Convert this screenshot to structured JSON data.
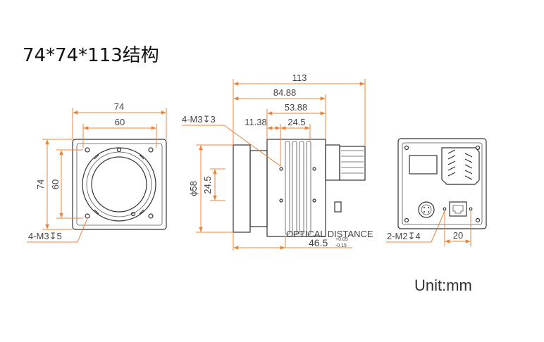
{
  "title": "74*74*113结构",
  "unit": "Unit:mm",
  "front": {
    "width_outer": "74",
    "width_inner": "60",
    "height_outer": "74",
    "height_inner": "60",
    "holes": "4-M3↧5"
  },
  "side": {
    "len_total": "113",
    "len_a": "84.88",
    "len_b": "53.88",
    "len_c": "11.38",
    "len_d": "24.5",
    "holes": "4-M3↧3",
    "dia": "ϕ58",
    "h_inner": "24.5",
    "optical_label": "OPTICAL DISTANCE",
    "optical_value": "46.5",
    "tol_plus": "+0.05",
    "tol_minus": "-0.15"
  },
  "back": {
    "holes": "2-M2↧4",
    "spacing": "20"
  }
}
